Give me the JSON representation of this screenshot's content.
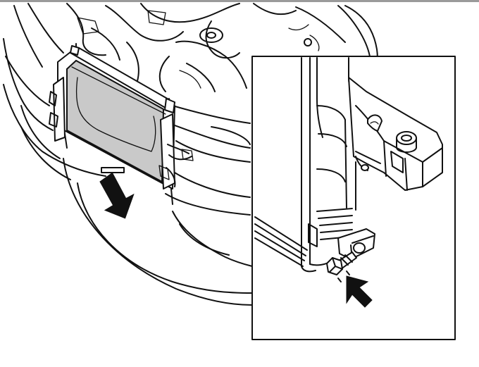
{
  "diagram": {
    "colors": {
      "line": "#111111",
      "highlight": "#c9c9c9",
      "background": "#ffffff"
    },
    "icons": [
      "radiator-assembly",
      "removal-arrow",
      "detail-inset",
      "bolt",
      "pointer-arrow"
    ]
  }
}
